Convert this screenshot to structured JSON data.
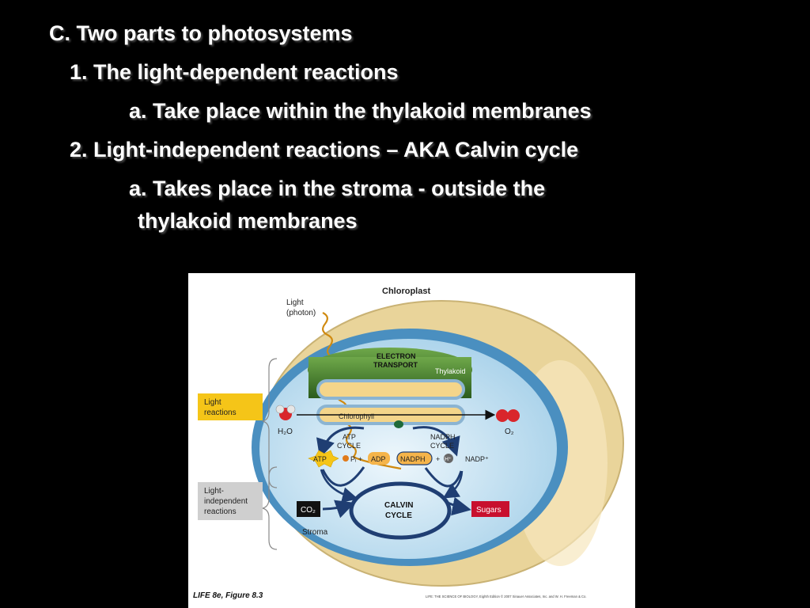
{
  "slide": {
    "lines": {
      "l1": "C. Two parts to photosystems",
      "l2": "1. The light-dependent reactions",
      "l3": "a. Take place within the thylakoid membranes",
      "l4": "2. Light-independent reactions – AKA Calvin cycle",
      "l5": "a. Takes place in the stroma -  outside the",
      "l6": "thylakoid membranes"
    }
  },
  "figure": {
    "title": "Chloroplast",
    "light_line1": "Light",
    "light_line2": "(photon)",
    "electron_transport_1": "ELECTRON",
    "electron_transport_2": "TRANSPORT",
    "thylakoid": "Thylakoid",
    "light_reactions_1": "Light",
    "light_reactions_2": "reactions",
    "light_independent_1": "Light-",
    "light_independent_2": "independent",
    "light_independent_3": "reactions",
    "chlorophyll": "Chlorophyll",
    "h2o": "H₂O",
    "o2": "O₂",
    "atp_cycle_1": "ATP",
    "atp_cycle_2": "CYCLE",
    "nadph_cycle_1": "NADPH",
    "nadph_cycle_2": "CYCLE",
    "atp": "ATP",
    "pi_plus": "Pᵢ +",
    "adp": "ADP",
    "nadph": "NADPH",
    "plus": "+",
    "h_plus": "H⁺",
    "nadp_plus": "NADP⁺",
    "co2": "CO₂",
    "calvin_1": "CALVIN",
    "calvin_2": "CYCLE",
    "sugars": "Sugars",
    "stroma": "Stroma",
    "caption": "LIFE 8e, Figure 8.3",
    "credit": "LIFE: THE SCIENCE OF BIOLOGY, Eighth Edition  © 2007 Sinauer Associates, Inc. and W. H. Freeman & Co."
  },
  "colors": {
    "background": "#000000",
    "text": "#ffffff",
    "outer_membrane": "#e9d49a",
    "stroma_blue": "#bfdff0",
    "thylakoid_green": "#3f7a2a",
    "light_label_bg": "#f5c518",
    "independent_label_bg": "#cfcfcf",
    "sugars_bg": "#c8102e",
    "cycle_arrow": "#1f3e73"
  }
}
